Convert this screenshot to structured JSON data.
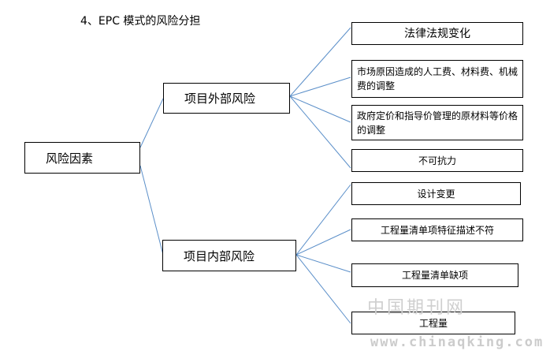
{
  "heading": "4、EPC 模式的风险分担",
  "root": {
    "label": "风险因素"
  },
  "branches": [
    {
      "label": "项目外部风险",
      "children": [
        "法律法规变化",
        "市场原因造成的人工费、材料费、机械费的调整",
        "政府定价和指导价管理的原材料等价格的调整",
        "不可抗力"
      ]
    },
    {
      "label": "项目内部风险",
      "children": [
        "设计变更",
        "工程量清单项特征描述不符",
        "工程量清单缺项",
        "工程量"
      ]
    }
  ],
  "watermark": {
    "cn": "中国期刊网",
    "url": "www.chinaqking.com"
  },
  "colors": {
    "connector": "#5b8fc9",
    "border": "#000000",
    "watermark": "#cccccc"
  }
}
